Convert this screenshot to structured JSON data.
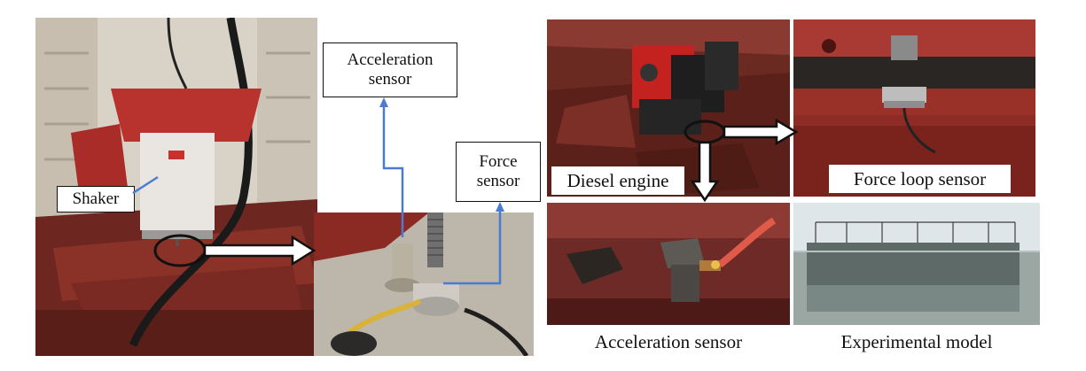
{
  "figure": {
    "labels": {
      "shaker": "Shaker",
      "acceleration_sensor_top": "Acceleration sensor",
      "force_sensor": "Force sensor",
      "diesel_engine": "Diesel engine",
      "force_loop_sensor": "Force loop sensor",
      "acceleration_sensor_bottom": "Acceleration sensor",
      "experimental_model": "Experimental model"
    },
    "colors": {
      "callout_line": "#4a7bd0",
      "deck_red": "#7a2a22",
      "shaker_red": "#b8322e",
      "concrete": "#bdb6aa",
      "sky": "#dfe6ea",
      "water": "#9aa7a3",
      "hull": "#5e6a68"
    }
  }
}
